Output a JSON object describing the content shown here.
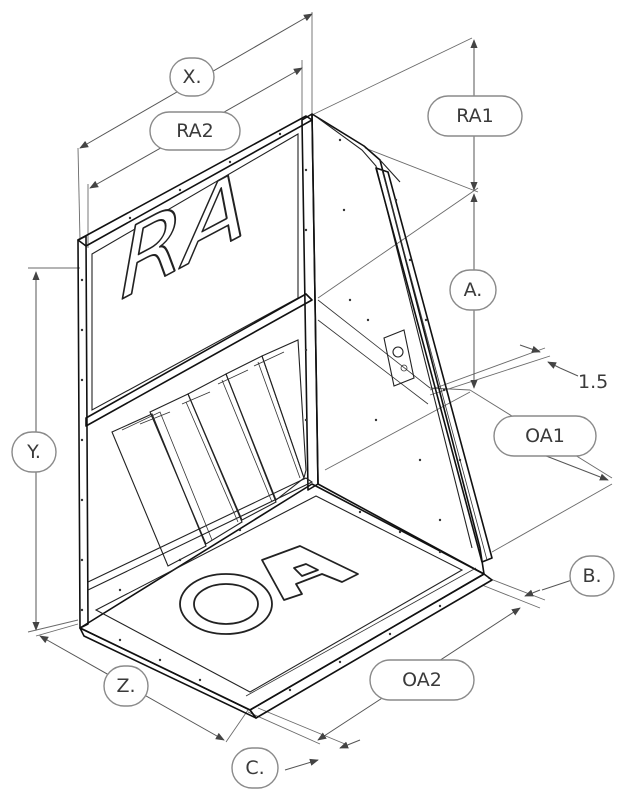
{
  "labels": {
    "x": "X.",
    "ra2": "RA2",
    "ra1": "RA1",
    "a": "A.",
    "y": "Y.",
    "oa1": "OA1",
    "b": "B.",
    "z": "Z.",
    "oa2": "OA2",
    "c": "C.",
    "thickness": "1.5"
  },
  "panels": {
    "rear": "RA",
    "bottom_o": "O",
    "bottom_a": "A"
  }
}
